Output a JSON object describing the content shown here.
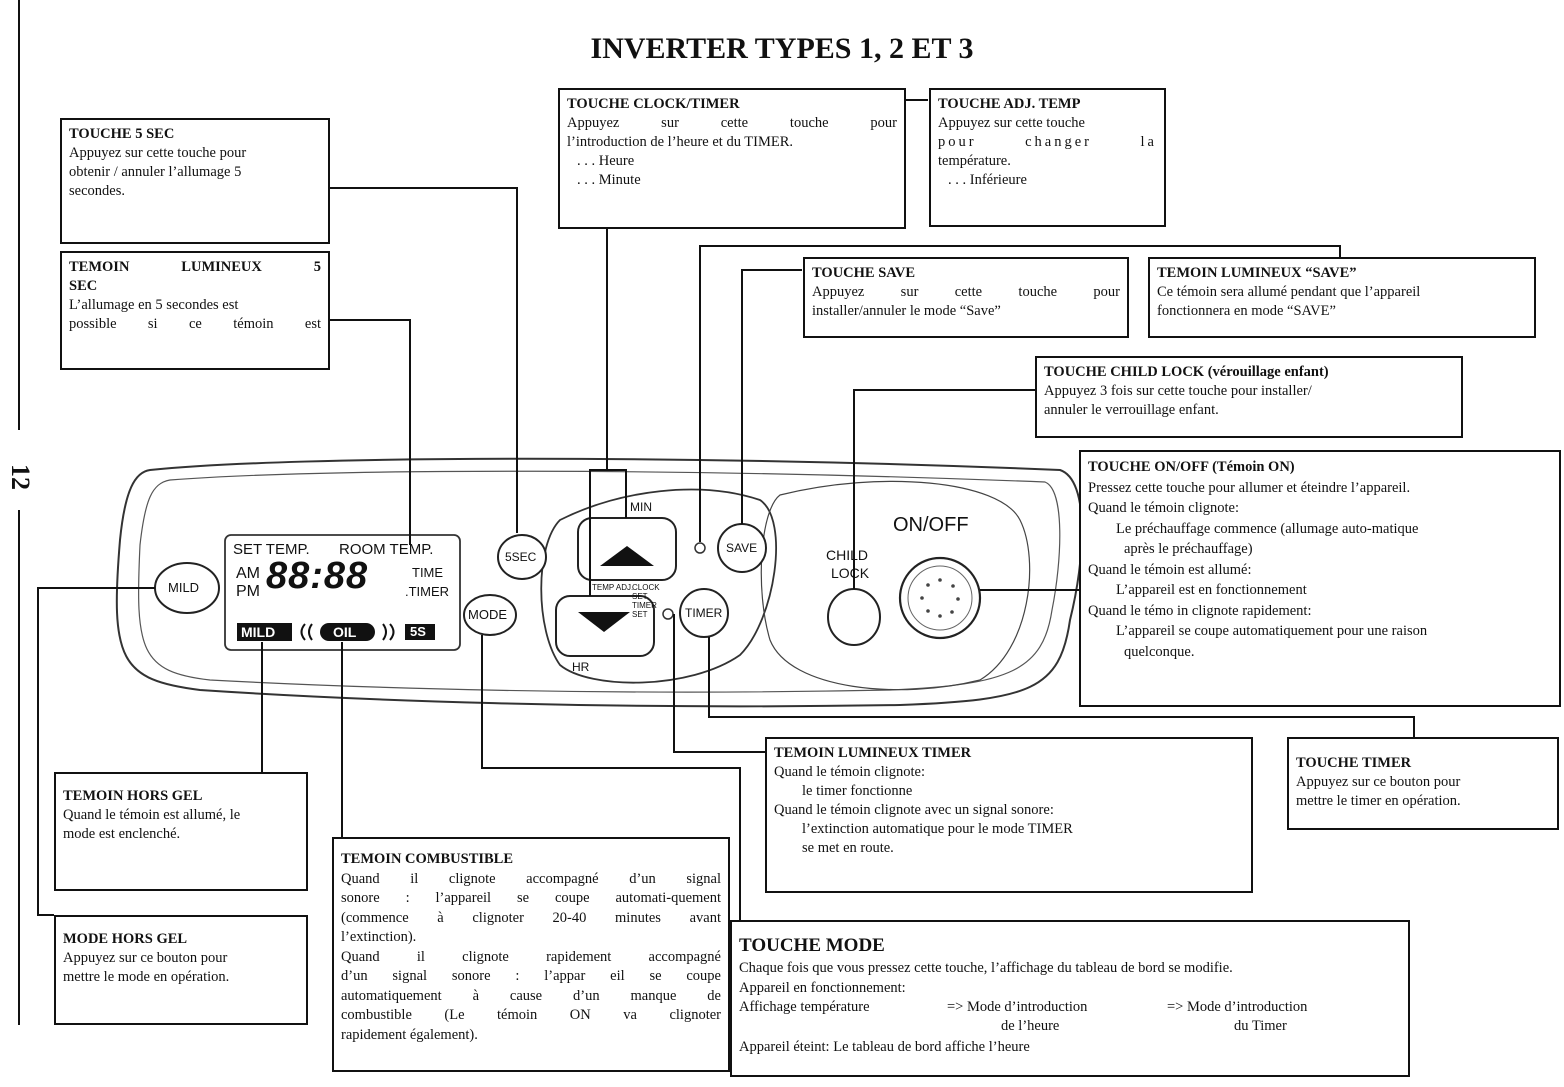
{
  "title": "INVERTER TYPES 1, 2 ET 3",
  "page_number": "12",
  "panel": {
    "set_temp": "SET TEMP.",
    "room_temp": "ROOM TEMP.",
    "am": "AM",
    "pm": "PM",
    "digits": "88:88",
    "time": "TIME",
    "timer": ".TIMER",
    "seg_mild": "MILD",
    "seg_oil": "OIL",
    "seg_5s": "5S",
    "btn_mild": "MILD",
    "btn_5sec": "5SEC",
    "btn_mode": "MODE",
    "min": "MIN",
    "hr": "HR",
    "temp_adj": "TEMP ADJ.",
    "clock_set": "CLOCK SET TIMER SET",
    "btn_save": "SAVE",
    "btn_timer": "TIMER",
    "child": "CHILD",
    "lock": "LOCK",
    "onoff": "ON/OFF"
  },
  "boxes": {
    "t5sec": {
      "title": "TOUCHE 5 SEC",
      "l1": "Appuyez sur cette touche pour",
      "l2": "obtenir / annuler l’allumage 5",
      "l3": "secondes."
    },
    "tem5sec": {
      "title1": "TEMOIN LUMINEUX 5",
      "title2": "SEC",
      "l1": "L’allumage en 5 secondes est",
      "l2": "possible si ce témoin est"
    },
    "clock": {
      "title": "TOUCHE CLOCK/TIMER",
      "l1": "Appuyez sur cette touche pour",
      "l2": "l’introduction de l’heure et du TIMER.",
      "l3": ". . . Heure",
      "l4": ". . . Minute"
    },
    "adj": {
      "title": "TOUCHE ADJ. TEMP",
      "l1": "Appuyez sur cette touche",
      "l2": "pour changer la",
      "l3": "température.",
      "l4": ". . . Inférieure"
    },
    "save": {
      "title": "TOUCHE SAVE",
      "l1": "Appuyez sur cette touche pour",
      "l2": "installer/annuler le mode “Save”"
    },
    "temsave": {
      "title": "TEMOIN LUMINEUX “SAVE”",
      "l1": "Ce témoin sera allumé pendant que l’appareil",
      "l2": "fonctionnera en mode “SAVE”"
    },
    "child": {
      "title": "TOUCHE CHILD LOCK (vérouillage enfant)",
      "l1": "Appuyez 3 fois sur cette touche pour installer/",
      "l2": "annuler le verrouillage enfant."
    },
    "onoff": {
      "title": "TOUCHE ON/OFF (Témoin ON)",
      "l1": "Pressez cette touche pour allumer et éteindre l’appareil.",
      "l2": "Quand le témoin clignote:",
      "l3": "Le préchauffage commence (allumage auto-matique",
      "l4": "après le préchauffage)",
      "l5": "Quand le témoin est allumé:",
      "l6": "L’appareil est en fonctionnement",
      "l7": "Quand le témo in clignote rapidement:",
      "l8": "L’appareil se coupe automatiquement pour une raison",
      "l9": "quelconque."
    },
    "temtimer": {
      "title": "TEMOIN LUMINEUX TIMER",
      "l1": "Quand le témoin clignote:",
      "l2": "le timer fonctionne",
      "l3": "Quand le témoin clignote avec un signal sonore:",
      "l4": "l’extinction automatique pour le mode TIMER",
      "l5": "se met en route."
    },
    "timer": {
      "title": "TOUCHE TIMER",
      "l1": "Appuyez sur ce bouton pour",
      "l2": "mettre le timer en opération."
    },
    "horsgel": {
      "title": "TEMOIN HORS GEL",
      "l1": "Quand le témoin est allumé, le",
      "l2": "mode est enclenché."
    },
    "comb": {
      "title": "TEMOIN COMBUSTIBLE",
      "l1": "Quand il clignote accompagné d’un signal",
      "l2": "sonore : l’appareil se coupe automati-quement",
      "l3": "(commence à clignoter 20-40 minutes avant",
      "l4": "l’extinction).",
      "l5": "Quand il clignote rapidement accompagné",
      "l6": "d’un signal sonore : l’appar eil se coupe",
      "l7": "automatiquement à cause d’un manque de",
      "l8": "combustible (Le témoin ON va clignoter",
      "l9": "rapidement également)."
    },
    "modehg": {
      "title": "MODE HORS GEL",
      "l1": "Appuyez sur ce bouton pour",
      "l2": "mettre le mode en opération."
    },
    "mode": {
      "title": "TOUCHE MODE",
      "l1": "Chaque fois que vous pressez cette touche, l’affichage du tableau de bord se modifie.",
      "l2": "Appareil en fonctionnement:",
      "c1": "Affichage température",
      "c2": "=>  Mode d’introduction",
      "c2b": "de l’heure",
      "c3": "=>  Mode d’introduction",
      "c3b": "du Timer",
      "l5": "Appareil éteint: Le tableau de bord affiche l’heure"
    }
  }
}
